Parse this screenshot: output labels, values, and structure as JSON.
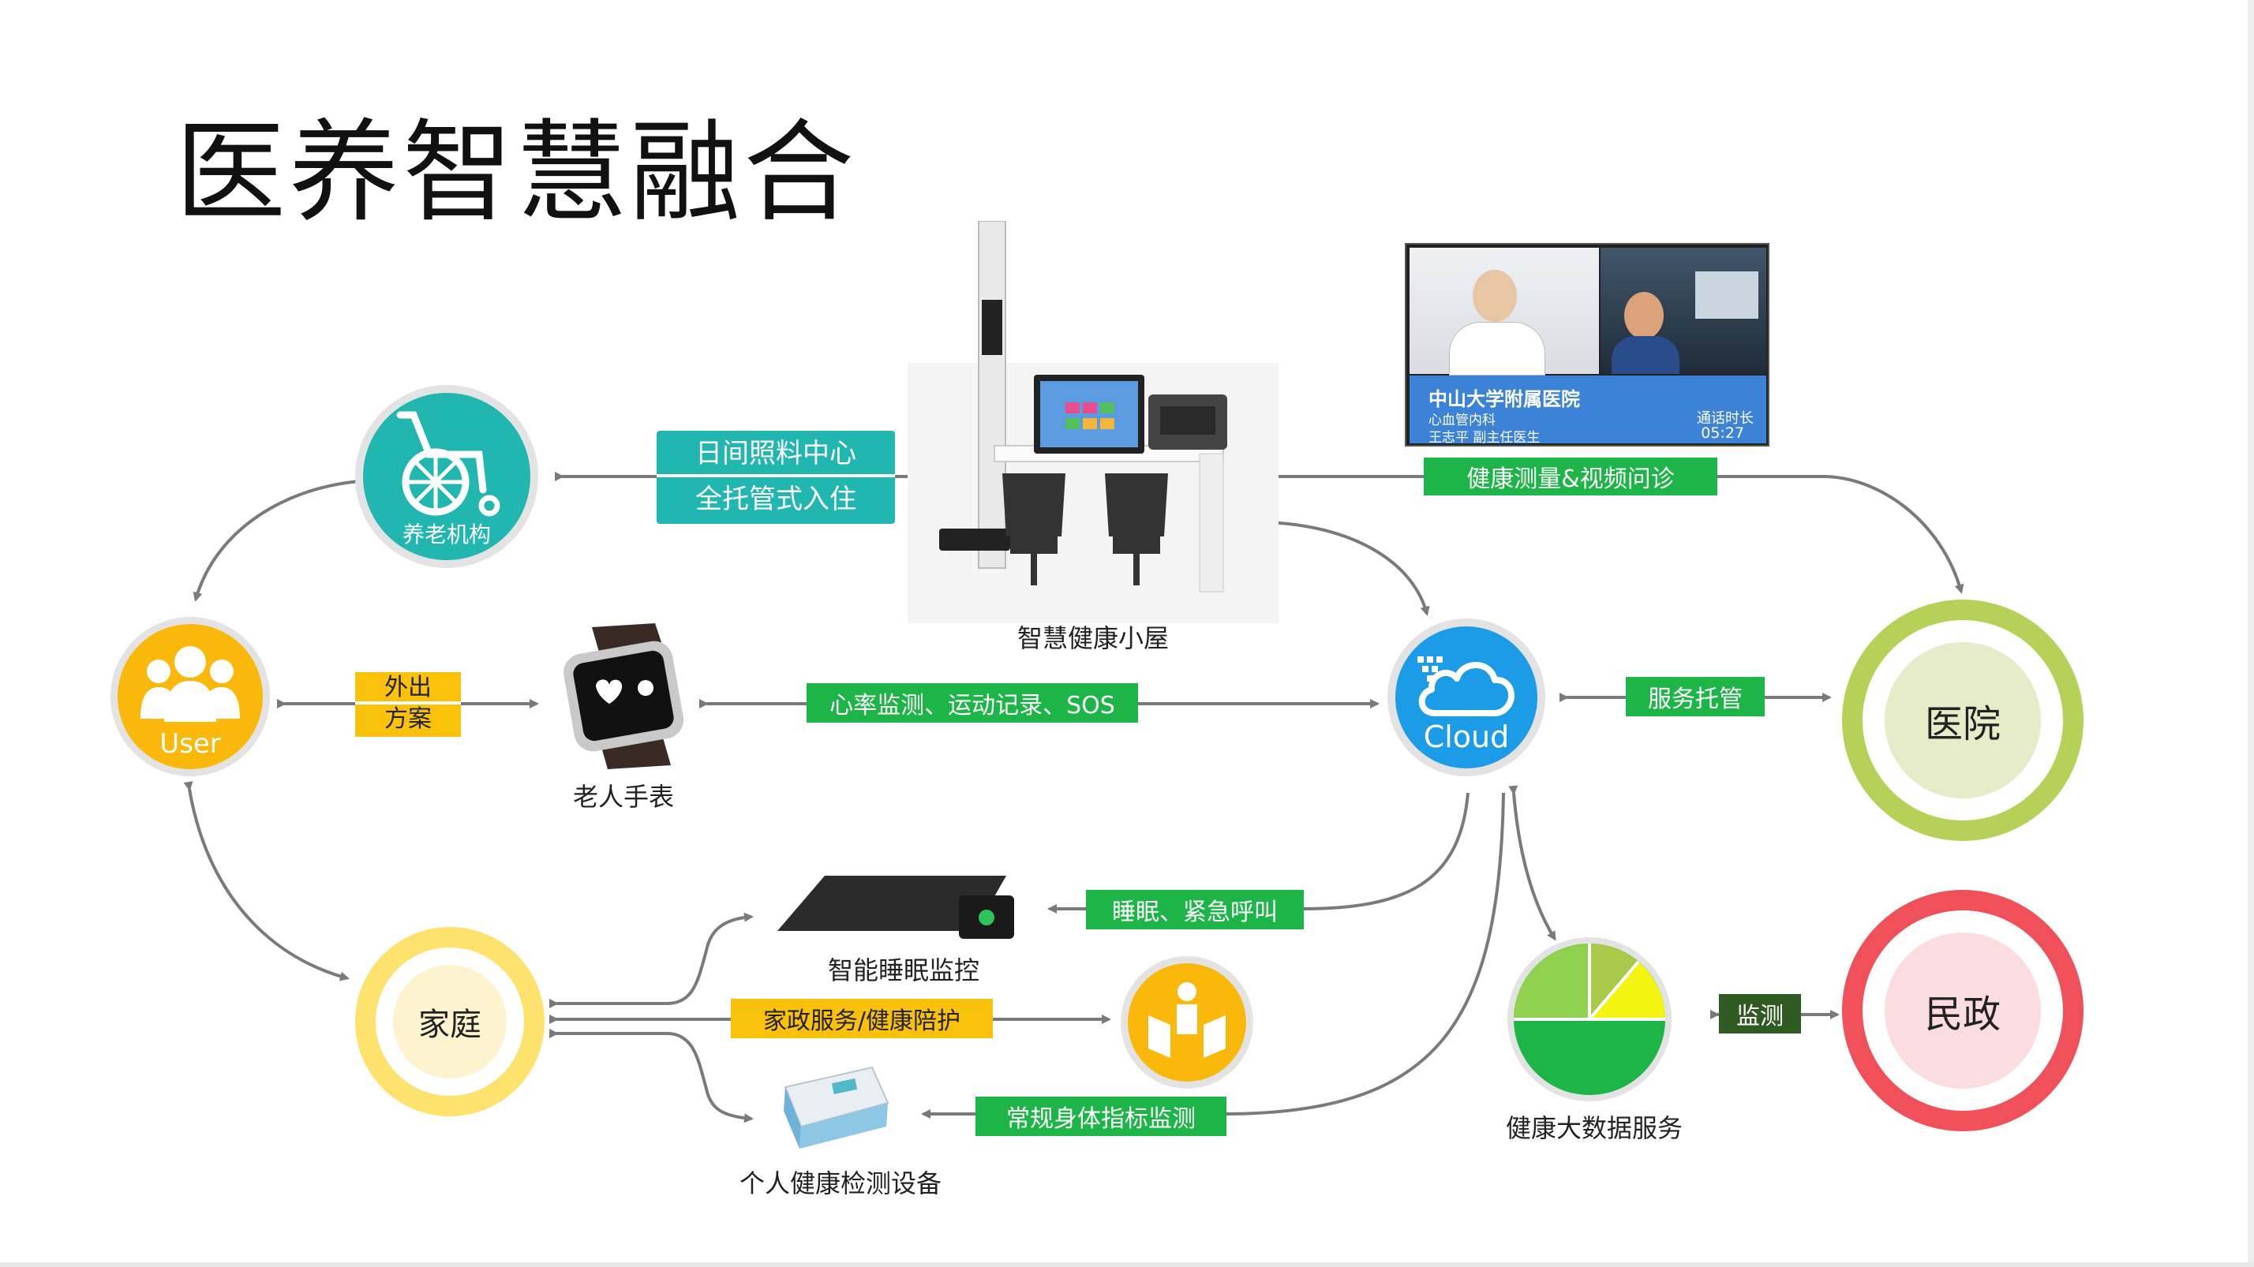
{
  "title": "医养智慧融合",
  "nodes": {
    "nursing_home": "养老机构",
    "user": "User",
    "family": "家庭",
    "watch": "老人手表",
    "cabin": "智慧健康小屋",
    "cloud": "Cloud",
    "hospital": "医院",
    "civil": "民政",
    "sleep": "智能睡眠监控",
    "device": "个人健康检测设备",
    "bigdata": "健康大数据服务"
  },
  "tags": {
    "daycare_1": "日间照料中心",
    "daycare_2": "全托管式入住",
    "outing_1": "外出",
    "outing_2": "方案",
    "heart": "心率监测、运动记录、SOS",
    "service": "服务托管",
    "health_video": "健康测量&视频问诊",
    "sleep_call": "睡眠、紧急呼叫",
    "housekeeping": "家政服务/健康陪护",
    "routine": "常规身体指标监测",
    "monitor": "监测"
  },
  "video_call": {
    "hospital_name": "中山大学附属医院",
    "department": "心血管内科",
    "doctor": "王志平  副主任医生",
    "duration_label": "通话时长",
    "duration": "05:27"
  },
  "colors": {
    "teal": "#21b6b0",
    "yellow": "#f9c10a",
    "green": "#1db547",
    "blue": "#1c9be6",
    "lime": "#b6d157",
    "red": "#f0505a",
    "dark_green": "#2f5a22",
    "arrow": "#7a7a7a"
  },
  "icons": [
    "wheelchair-icon",
    "users-icon",
    "cloud-icon",
    "support-icon",
    "pie-chart-icon",
    "smartwatch-icon"
  ]
}
